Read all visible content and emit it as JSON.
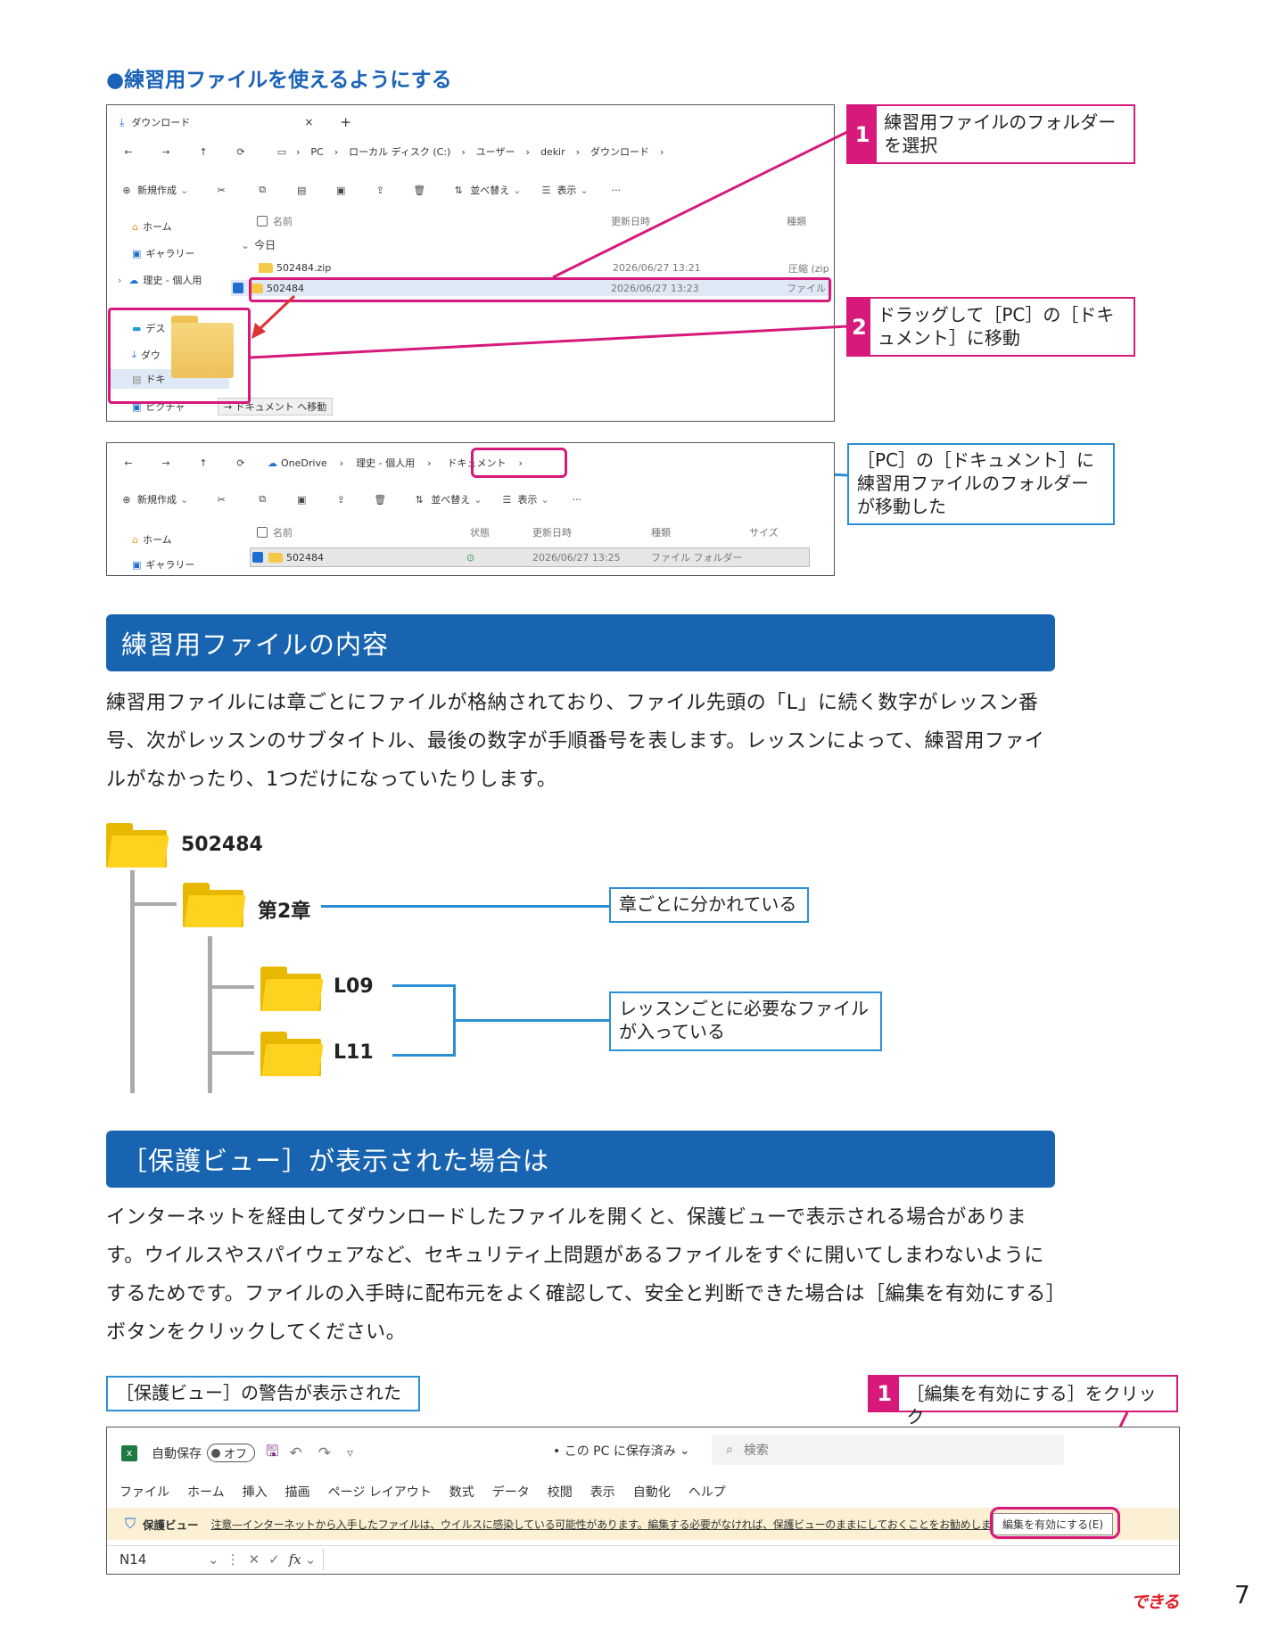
{
  "heading1": "●練習用ファイルを使えるようにする",
  "shot1": {
    "tab_label": "ダウンロード",
    "tab_close": "×",
    "tab_new": "+",
    "address": [
      "PC",
      "ローカル ディスク (C:)",
      "ユーザー",
      "dekir",
      "ダウンロード"
    ],
    "toolbar": {
      "new": "新規作成",
      "sort": "並べ替え",
      "view": "表示",
      "more": "···"
    },
    "sidebar": [
      "ホーム",
      "ギャラリー",
      "理史 - 個人用"
    ],
    "sidebar_bottom": [
      "デスクトップ",
      "ダウンロード",
      "ドキュメント",
      "ピクチャ"
    ],
    "col_name": "名前",
    "col_date": "更新日時",
    "col_type": "種類",
    "group_today": "今日",
    "files": [
      {
        "name": "502484.zip",
        "date": "2026/06/27 13:21",
        "type": "圧縮 (zip"
      },
      {
        "name": "502484",
        "date": "2026/06/27 13:23",
        "type": "ファイル"
      }
    ],
    "drag_tooltip": "→ ドキュメント へ移動"
  },
  "callout1": {
    "num": "1",
    "text": "練習用ファイルのフォルダーを選択"
  },
  "callout2": {
    "num": "2",
    "text": "ドラッグして［PC］の［ドキュメント］に移動"
  },
  "shot2": {
    "address": [
      "OneDrive",
      "理史 - 個人用",
      "ドキュメント"
    ],
    "toolbar": {
      "new": "新規作成",
      "sort": "並べ替え",
      "view": "表示",
      "more": "···"
    },
    "sidebar": [
      "ホーム",
      "ギャラリー"
    ],
    "col_name": "名前",
    "col_status": "状態",
    "col_date": "更新日時",
    "col_type": "種類",
    "col_size": "サイズ",
    "file": {
      "name": "502484",
      "date": "2026/06/27 13:25",
      "type": "ファイル フォルダー"
    }
  },
  "callout3": "［PC］の［ドキュメント］に練習用ファイルのフォルダーが移動した",
  "section1": "練習用ファイルの内容",
  "para1": "練習用ファイルには章ごとにファイルが格納されており、ファイル先頭の「L」に続く数字がレッスン番号、次がレッスンのサブタイトル、最後の数字が手順番号を表します。レッスンによって、練習用ファイルがなかったり、1つだけになっていたりします。",
  "tree": {
    "root": "502484",
    "chapter": "第2章",
    "lessons": [
      "L09",
      "L11"
    ],
    "note_chapter": "章ごとに分かれている",
    "note_lessons": "レッスンごとに必要なファイルが入っている"
  },
  "section2": "［保護ビュー］が表示された場合は",
  "para2": "インターネットを経由してダウンロードしたファイルを開くと、保護ビューで表示される場合があります。ウイルスやスパイウェアなど、セキュリティ上問題があるファイルをすぐに開いてしまわないようにするためです。ファイルの入手時に配布元をよく確認して、安全と判断できた場合は［編集を有効にする］ボタンをクリックしてください。",
  "callout4": "［保護ビュー］の警告が表示された",
  "callout5": {
    "num": "1",
    "text": "［編集を有効にする］をクリック"
  },
  "excel": {
    "autosave": "自動保存",
    "toggle": "オフ",
    "saved": "• この PC に保存済み",
    "search": "検索",
    "ribbon": [
      "ファイル",
      "ホーム",
      "挿入",
      "描画",
      "ページ レイアウト",
      "数式",
      "データ",
      "校閲",
      "表示",
      "自動化",
      "ヘルプ"
    ],
    "pv_label": "保護ビュー",
    "pv_message": "注意—インターネットから入手したファイルは、ウイルスに感染している可能性があります。編集する必要がなければ、保護ビューのままにしておくことをお勧めします。",
    "enable_button": "編集を有効にする(E)",
    "namebox": "N14",
    "fx": "fx"
  },
  "footer": {
    "brand": "できる",
    "page": "7"
  },
  "colors": {
    "pink": "#d6197a",
    "blue": "#2b8fd6",
    "section": "#1864b0",
    "folder": "#ffd21f"
  }
}
